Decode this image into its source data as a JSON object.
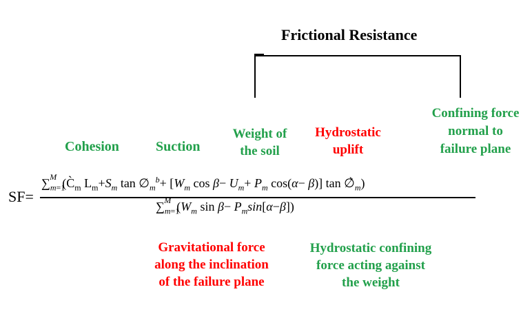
{
  "title": "Frictional Resistance",
  "labels": {
    "cohesion": "Cohesion",
    "suction": "Suction",
    "weight": [
      "Weight of",
      "the soil"
    ],
    "hydrostatic_uplift": [
      "Hydrostatic",
      "uplift"
    ],
    "confining_force": [
      "Confining force",
      "normal to",
      "failure plane"
    ],
    "gravitational_force": [
      "Gravitational force",
      "along the inclination",
      "of the failure plane"
    ],
    "hydrostatic_confining": [
      "Hydrostatic confining",
      "force acting against",
      "the weight"
    ]
  },
  "equation": {
    "lhs": "SF=",
    "sum_sub": "m=1",
    "sum_sup": "M"
  },
  "colors": {
    "green": "#22a04b",
    "red": "#ff0000"
  }
}
